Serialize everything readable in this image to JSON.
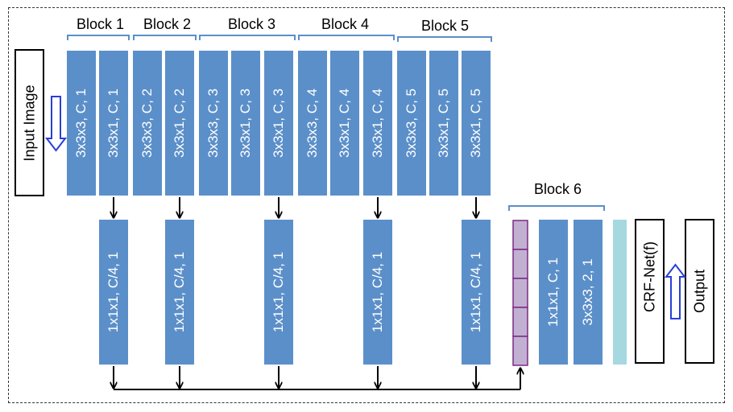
{
  "input_label": "Input Image",
  "output_label": "Output",
  "crf_label": "CRF-Net(f)",
  "blocks": [
    {
      "label": "Block 1",
      "layers": [
        "3x3x3, C, 1",
        "3x3x1, C, 1"
      ]
    },
    {
      "label": "Block 2",
      "layers": [
        "3x3x3, C, 2",
        "3x3x1, C, 2"
      ]
    },
    {
      "label": "Block 3",
      "layers": [
        "3x3x3, C, 3",
        "3x3x1, C, 3",
        "3x3x1, C, 3"
      ]
    },
    {
      "label": "Block 4",
      "layers": [
        "3x3x3, C, 4",
        "3x3x1, C, 4",
        "3x3x1, C, 4"
      ]
    },
    {
      "label": "Block 5",
      "layers": [
        "3x3x3, C, 5",
        "3x3x1, C, 5",
        "3x3x1, C, 5"
      ]
    }
  ],
  "side_outputs": [
    "1x1x1, C/4, 1",
    "1x1x1, C/4, 1",
    "1x1x1, C/4, 1",
    "1x1x1, C/4, 1",
    "1x1x1, C/4, 1"
  ],
  "block6": {
    "label": "Block 6",
    "layers": [
      "1x1x1, C, 1",
      "3x3x3, 2, 1"
    ]
  },
  "colors": {
    "layer_fill": "#5b8fc9",
    "concat_fill": "#c2b0d2",
    "concat_border": "#7a2a83",
    "final_fill": "#a6d8e0",
    "hollow_arrow": "#2a3fd6"
  }
}
